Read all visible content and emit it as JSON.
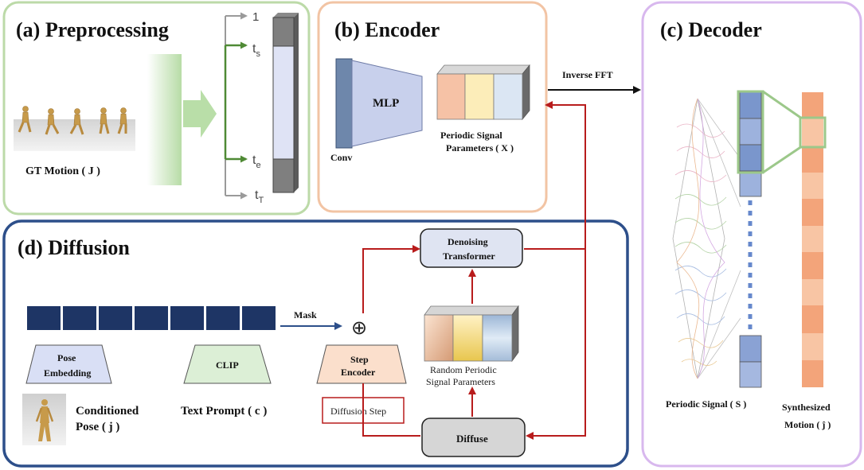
{
  "panels": {
    "preprocessing": {
      "title": "(a) Preprocessing",
      "motion_label": "GT Motion ( J )",
      "ticks": {
        "first": "1",
        "start": "t",
        "start_sub": "s",
        "end": "t",
        "end_sub": "e",
        "last": "t",
        "last_sub": "T"
      }
    },
    "encoder": {
      "title": "(b) Encoder",
      "conv_label": "Conv",
      "mlp_label": "MLP",
      "params_label_1": "Periodic Signal",
      "params_label_2": "Parameters ( X )"
    },
    "decoder": {
      "title": "(c) Decoder",
      "signal_label": "Periodic Signal ( S )",
      "motion_label_1": "Synthesized",
      "motion_label_2": "Motion ( ĵ )"
    },
    "diffusion": {
      "title": "(d) Diffusion",
      "mask_label": "Mask",
      "plus_symbol": "⊕",
      "pose_embedding_1": "Pose",
      "pose_embedding_2": "Embedding",
      "clip_label": "CLIP",
      "step_encoder_1": "Step",
      "step_encoder_2": "Encoder",
      "denoising_1": "Denoising",
      "denoising_2": "Transformer",
      "random_params_1": "Random Periodic",
      "random_params_2": "Signal Parameters",
      "diffusion_step": "Diffusion Step",
      "diffuse_label": "Diffuse",
      "conditioned_pose_1": "Conditioned",
      "conditioned_pose_2": "Pose ( j )",
      "text_prompt": "Text Prompt ( c )"
    }
  },
  "connector_labels": {
    "inverse_fft": "Inverse FFT"
  },
  "colors": {
    "preprocessing_border": "#bcdaa8",
    "encoder_border": "#f2c4a4",
    "decoder_border": "#d8b8ee",
    "diffusion_border": "#2d4f8a",
    "token_fill": "#1e3565",
    "red_arrow": "#b81c1c",
    "green_arrow": "#4f8a35"
  }
}
